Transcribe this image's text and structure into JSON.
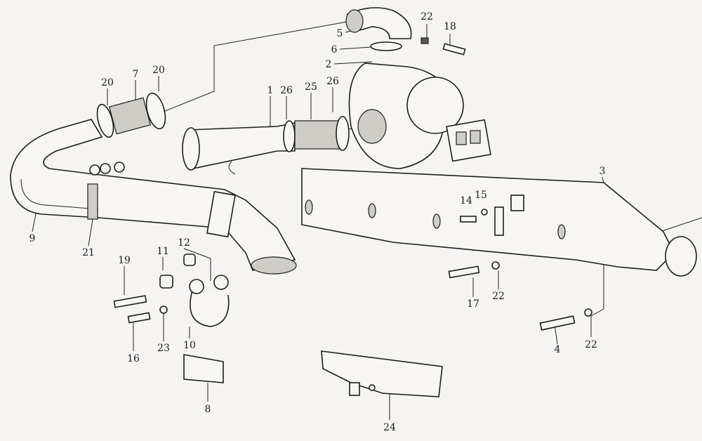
{
  "diagram": {
    "type": "exploded parts diagram",
    "callouts": [
      "22",
      "18",
      "5",
      "6",
      "2",
      "20",
      "7",
      "20",
      "1",
      "26",
      "25",
      "26",
      "3",
      "15",
      "14",
      "9",
      "21",
      "12",
      "11",
      "19",
      "16",
      "23",
      "10",
      "17",
      "22",
      "22",
      "4",
      "8",
      "24"
    ]
  }
}
